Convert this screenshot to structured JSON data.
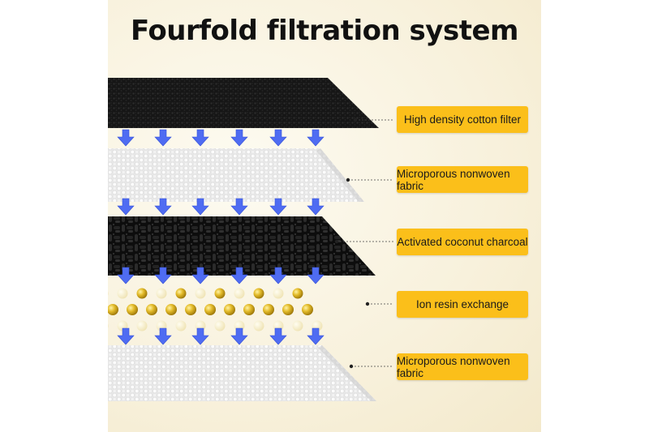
{
  "title": "Fourfold filtration system",
  "layers": [
    {
      "label": "High density cotton filter",
      "texture": "black-cotton"
    },
    {
      "label": "Microporous nonwoven fabric",
      "texture": "white-honeycomb"
    },
    {
      "label": "Activated coconut charcoal",
      "texture": "charcoal-pellets"
    },
    {
      "label": "Ion resin exchange",
      "texture": "resin-beads"
    },
    {
      "label": "Microporous nonwoven fabric",
      "texture": "white-honeycomb"
    }
  ],
  "colors": {
    "callout": "#fbbf1a",
    "arrow": "#4f6cf2",
    "bead": "#e0b92a",
    "background": "#f8f1dc"
  },
  "icons": [
    "flow-arrow-icon",
    "leader-dot-icon"
  ]
}
